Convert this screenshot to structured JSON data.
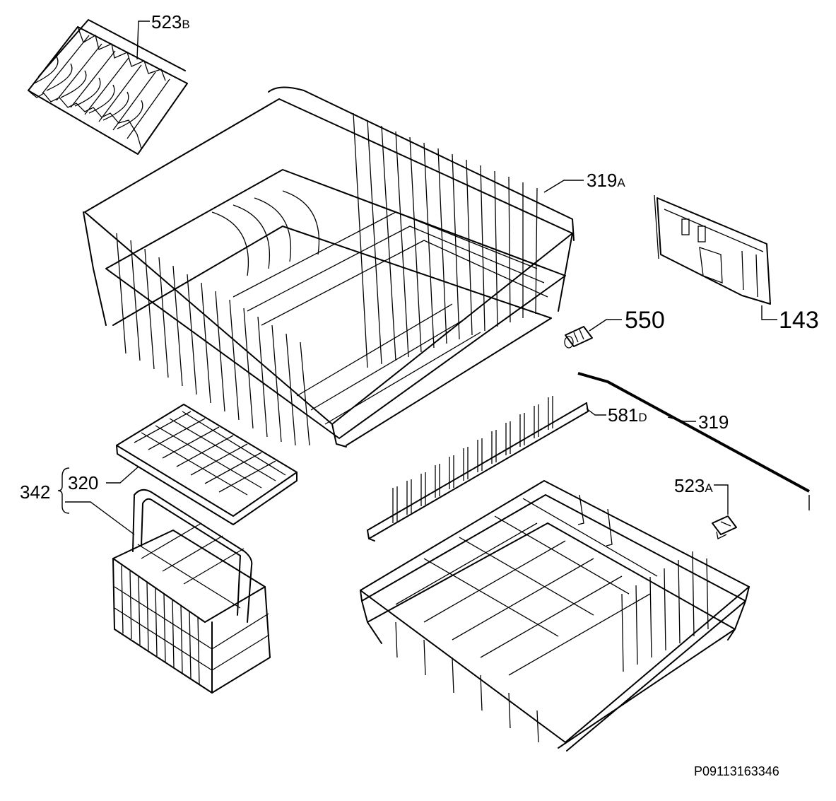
{
  "labels": {
    "p523b": "523",
    "p523b_suffix": "B",
    "p319a": "319",
    "p319a_suffix": "A",
    "p143": "143",
    "p550": "550",
    "p581d": "581",
    "p581d_suffix": "D",
    "p319": "319",
    "p523a": "523",
    "p523a_suffix": "A",
    "p342": "342",
    "p320": "320"
  },
  "drawing_code": "P09113163346"
}
